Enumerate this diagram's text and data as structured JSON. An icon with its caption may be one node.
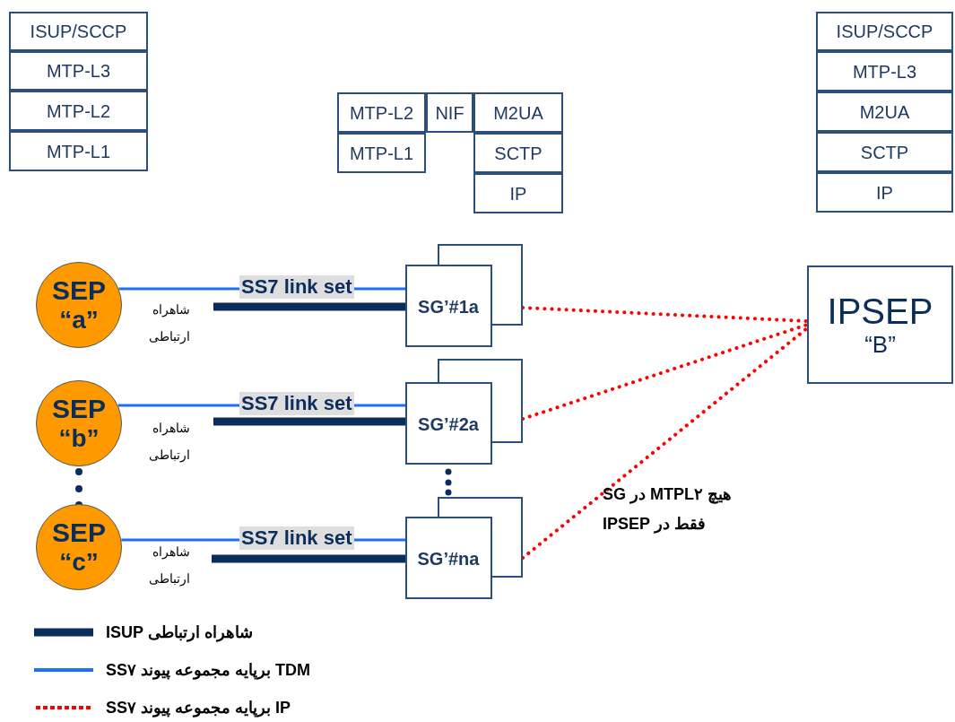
{
  "diagram": {
    "nodes": [
      {
        "text": [
          "ISUP/SCCP"
        ]
      },
      {
        "text": [
          "MTP-L3"
        ]
      },
      {
        "text": [
          "MTP-L2"
        ]
      },
      {
        "text": [
          "MTP-L1"
        ]
      },
      {
        "text": [
          "MTP-L2"
        ]
      },
      {
        "text": [
          "NIF"
        ]
      },
      {
        "text": [
          "M2UA"
        ]
      },
      {
        "text": [
          "MTP-L1"
        ]
      },
      {
        "text": [
          "SCTP"
        ]
      },
      {
        "text": [
          "IP"
        ]
      },
      {
        "text": [
          "ISUP/SCCP"
        ]
      },
      {
        "text": [
          "MTP-L3"
        ]
      },
      {
        "text": [
          "M2UA"
        ]
      },
      {
        "text": [
          "SCTP"
        ]
      },
      {
        "text": [
          "IP"
        ]
      },
      {
        "text": [
          "SEP",
          "“a”"
        ],
        "beside": [
          "شاهراه ارتباطی"
        ]
      },
      {
        "text": [
          "SG’#1a"
        ]
      },
      {
        "text": [
          "IPSEP",
          "“B”"
        ]
      },
      {
        "text": [
          "SEP",
          "“b”"
        ],
        "beside": [
          "شاهراه ارتباطی"
        ]
      },
      {
        "text": [
          "SG’#2a"
        ]
      },
      {
        "text": [
          "SEP",
          "“c”"
        ],
        "beside": [
          "شاهراه ارتباطی"
        ]
      },
      {
        "text": [
          "SG’#na"
        ]
      }
    ],
    "edges": [
      {
        "from": 15,
        "to": 16,
        "arrow": "none",
        "label": "SS7 link set",
        "color": "#1e6fff"
      },
      {
        "from": null,
        "to": 16,
        "arrow": "none",
        "style": "thick",
        "color": "#0b2d5b"
      },
      {
        "from": 16,
        "to": 17,
        "arrow": "none",
        "style": "dashed",
        "color": "#ff0000"
      },
      {
        "from": 18,
        "to": 19,
        "arrow": "none",
        "label": "SS7 link set",
        "color": "#1e6fff"
      },
      {
        "from": null,
        "to": 19,
        "arrow": "none",
        "style": "thick",
        "color": "#0b2d5b"
      },
      {
        "from": 19,
        "to": 17,
        "arrow": "none",
        "style": "dashed",
        "color": "#ff0000"
      },
      {
        "from": 20,
        "to": 21,
        "arrow": "none",
        "label": "SS7 link set",
        "color": "#1e6fff"
      },
      {
        "from": null,
        "to": 21,
        "arrow": "none",
        "style": "thick",
        "color": "#0b2d5b"
      },
      {
        "from": 21,
        "to": 17,
        "arrow": "none",
        "style": "dashed",
        "color": "#ff0000"
      }
    ],
    "labels": [
      "هیچ MTPL۲ در SG",
      "فقط در IPSEP"
    ],
    "legend": [
      {
        "text": "شاهراه ارتباطی ISUP"
      },
      {
        "text": "TDM برپایه مجموعه پیوند SS۷"
      },
      {
        "text": "IP برپایه مجموعه پیوند SS۷"
      }
    ]
  }
}
